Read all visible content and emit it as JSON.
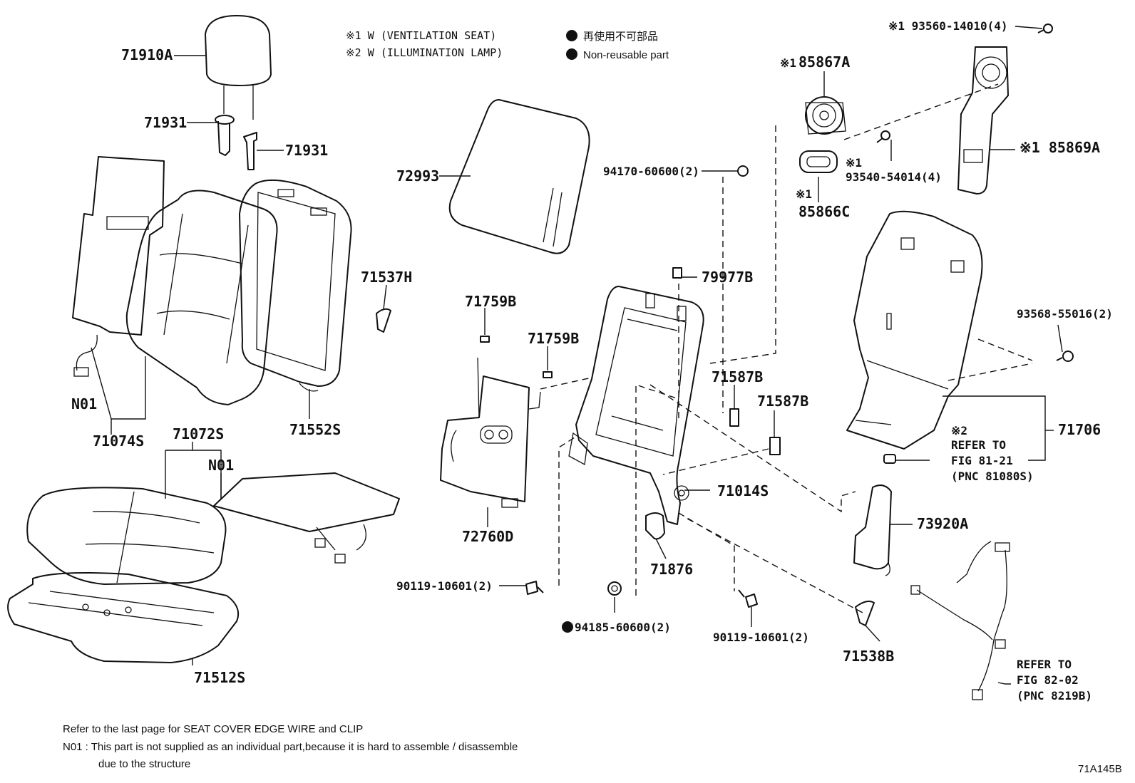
{
  "legend": {
    "note1": "※1  W (VENTILATION  SEAT)",
    "note2": "※2  W (ILLUMINATION  LAMP)",
    "nonreusable_jp": "再使用不可部品",
    "nonreusable_en": "Non-reusable part"
  },
  "parts": {
    "p71910A": "71910A",
    "p71931a": "71931",
    "p71931b": "71931",
    "p72993": "72993",
    "p71537H": "71537H",
    "p71759Ba": "71759B",
    "p71759Bb": "71759B",
    "p94170": "94170-60600(2)",
    "p79977B": "79977B",
    "p85867A": "85867A",
    "p85867A_mark": "※1",
    "p93560": "※1 93560-14010(4)",
    "p85869A": "※1 85869A",
    "p93540_mark": "※1",
    "p93540": "93540-54014(4)",
    "p85866C_mark": "※1",
    "p85866C": "85866C",
    "pN01a": "N01",
    "p71074S": "71074S",
    "p71552S": "71552S",
    "p71072S": "71072S",
    "pN01b": "N01",
    "p72760D": "72760D",
    "p71587Ba": "71587B",
    "p71587Bb": "71587B",
    "p71014S": "71014S",
    "p93568": "93568-55016(2)",
    "p71706": "71706",
    "p73920A": "73920A",
    "p71876": "71876",
    "p90119a": "90119-10601(2)",
    "p94185": "94185-60600(2)",
    "p90119b": "90119-10601(2)",
    "p71538B": "71538B",
    "p71512S": "71512S"
  },
  "references": {
    "ref1_mark": "※2",
    "ref1_line1": "REFER TO",
    "ref1_line2": "FIG 81-21",
    "ref1_line3": "(PNC 81080S)",
    "ref2_line1": "REFER TO",
    "ref2_line2": "FIG 82-02",
    "ref2_line3": "(PNC 8219B)"
  },
  "footer": {
    "line1": "Refer to the last page for SEAT COVER EDGE WIRE and CLIP",
    "line2": "N01 : This part is not supplied as an individual part,because it is hard to assemble / disassemble",
    "line3": "due to the structure",
    "illustration_id": "71A145B"
  }
}
